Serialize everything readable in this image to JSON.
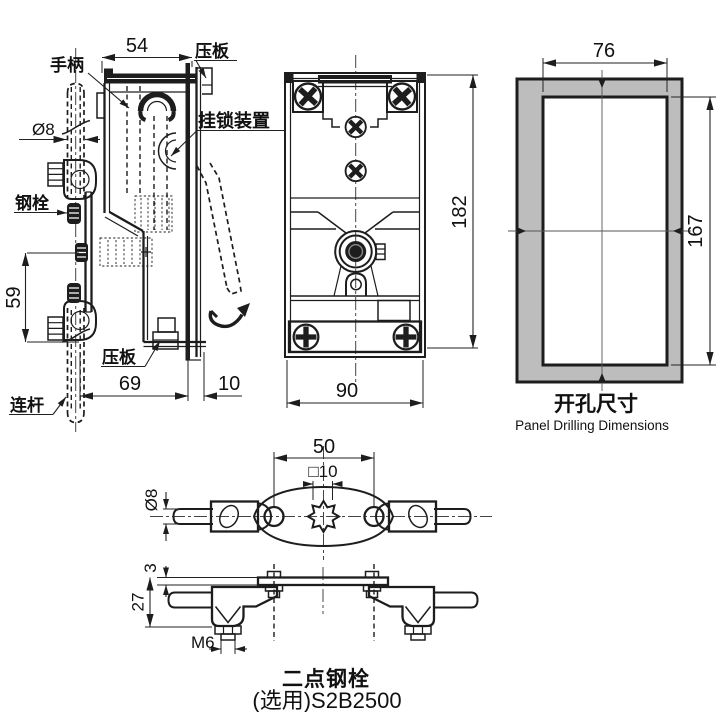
{
  "drawing": {
    "side_view": {
      "labels": {
        "handle": "手柄",
        "plate_top": "压板",
        "padlock": "挂锁装置",
        "bolt": "钢栓",
        "plate_bottom": "压板",
        "rod": "连杆"
      },
      "dims": {
        "w54": "54",
        "d8": "Ø8",
        "h59": "59",
        "w69": "69",
        "w10": "10"
      }
    },
    "front_view": {
      "dims": {
        "h182": "182",
        "w90": "90"
      }
    },
    "panel_view": {
      "dims": {
        "w76": "76",
        "h167": "167"
      },
      "caption_zh": "开孔尺寸",
      "caption_en": "Panel Drilling Dimensions"
    },
    "bolt_view": {
      "dims": {
        "w50": "50",
        "sq10": "□10",
        "d8": "Ø8",
        "t3": "3",
        "h27": "27",
        "m6": "M6"
      },
      "caption_line1": "二点钢栓",
      "caption_line2": "(选用)S2B2500"
    },
    "colors": {
      "line": "#1d1d1d",
      "panel_gray": "#bdbdbd",
      "background": "#ffffff"
    }
  }
}
